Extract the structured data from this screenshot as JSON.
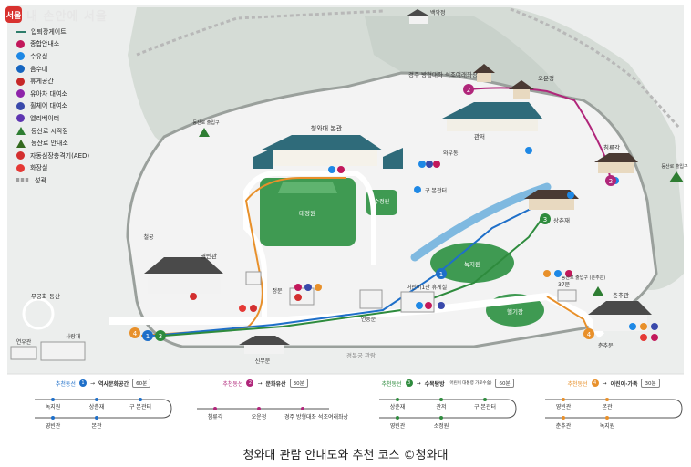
{
  "header": {
    "logo_text": "서울",
    "title": "내 손안에 서울"
  },
  "legend": [
    {
      "label": "입퇴장게이트",
      "icon": "gate-line-icon",
      "color": "#2e7d6b"
    },
    {
      "label": "종합안내소",
      "icon": "info-icon",
      "color": "#c2185b"
    },
    {
      "label": "수유실",
      "icon": "nursing-icon",
      "color": "#1e88e5"
    },
    {
      "label": "음수대",
      "icon": "water-icon",
      "color": "#1565c0"
    },
    {
      "label": "휴게공간",
      "icon": "rest-icon",
      "color": "#c62828"
    },
    {
      "label": "유아차 대여소",
      "icon": "stroller-icon",
      "color": "#8e24aa"
    },
    {
      "label": "휠체어 대여소",
      "icon": "wheelchair-icon",
      "color": "#3949ab"
    },
    {
      "label": "엘리베이터",
      "icon": "elevator-icon",
      "color": "#5e35b1"
    },
    {
      "label": "등산로 시작점",
      "icon": "mountain-icon",
      "color": "#2e7d32"
    },
    {
      "label": "등산로 안내소",
      "icon": "trail-info-icon",
      "color": "#33691e"
    },
    {
      "label": "자동심장충격기(AED)",
      "icon": "aed-icon",
      "color": "#d32f2f"
    },
    {
      "label": "화장실",
      "icon": "restroom-icon",
      "color": "#e53935"
    },
    {
      "label": "성곽",
      "icon": "wall-icon",
      "color": "#9e9e9e"
    }
  ],
  "places": {
    "baegakjeong": "백악정",
    "main_building": "청와대 본관",
    "stone_buddha": "경주 방형대좌 석조여래좌상",
    "ounjeong": "오운정",
    "gwanjeo": "관저",
    "waedong": "와우동",
    "chimnyugak": "침류각",
    "old_main_site": "구 본관터",
    "sujeongwon": "수정원",
    "daejeongwon": "대정원",
    "sangchunjae": "상춘재",
    "noksiwon": "녹지원",
    "cheolgung": "철궁",
    "yeongbingwan": "영빈관",
    "mugunghwa": "무궁화 동산",
    "yeongaegwan": "연우관",
    "sarangchae": "사랑채",
    "jeongmun": "정문",
    "children_rest": "어린이1관 휴게실",
    "gate37": "37문",
    "helipad": "헬기장",
    "chunchugwan": "춘추관",
    "chunchumun": "춘추문",
    "yeonpungmun": "연풍문",
    "sinmumun": "신무문",
    "gyeongbokgung": "경복궁 관람",
    "trail_entrance_left": "등산로 출입구",
    "trail_entrance_right": "등산로 출입구",
    "trail_entrance_chunchu": "등산로 출입구 (춘추관)"
  },
  "markers": [
    "1",
    "2",
    "3",
    "4"
  ],
  "courses": [
    {
      "label": "추천동선",
      "num": "1",
      "name": "역사문화공간",
      "time": "60분",
      "color": "#1e6fc9",
      "top_row": [
        "녹지원",
        "상춘재",
        "구 본관터"
      ],
      "bottom_row": [
        "영빈관",
        "본관"
      ]
    },
    {
      "label": "추천동선",
      "num": "2",
      "name": "문화유산",
      "time": "30분",
      "color": "#b0267a",
      "top_row": [],
      "bottom_row": [
        "침류각",
        "오운정",
        "경주 방형대좌 석조여래좌상"
      ]
    },
    {
      "label": "추천동선",
      "num": "3",
      "name": "수목탐방",
      "time": "60분",
      "color": "#2e8b3d",
      "sub": "(어린이 대통령 가로수숲)",
      "top_row": [
        "상춘재",
        "관저",
        "구 본관터"
      ],
      "bottom_row": [
        "영빈관",
        "소정원"
      ]
    },
    {
      "label": "추천동선",
      "num": "4",
      "name": "어린이·가족",
      "time": "30분",
      "color": "#e8902a",
      "top_row": [
        "영빈관",
        "본관"
      ],
      "bottom_row": [
        "춘추관",
        "녹지원"
      ]
    }
  ],
  "caption": "청와대 관람 안내도와 추천 코스 ©청와대"
}
